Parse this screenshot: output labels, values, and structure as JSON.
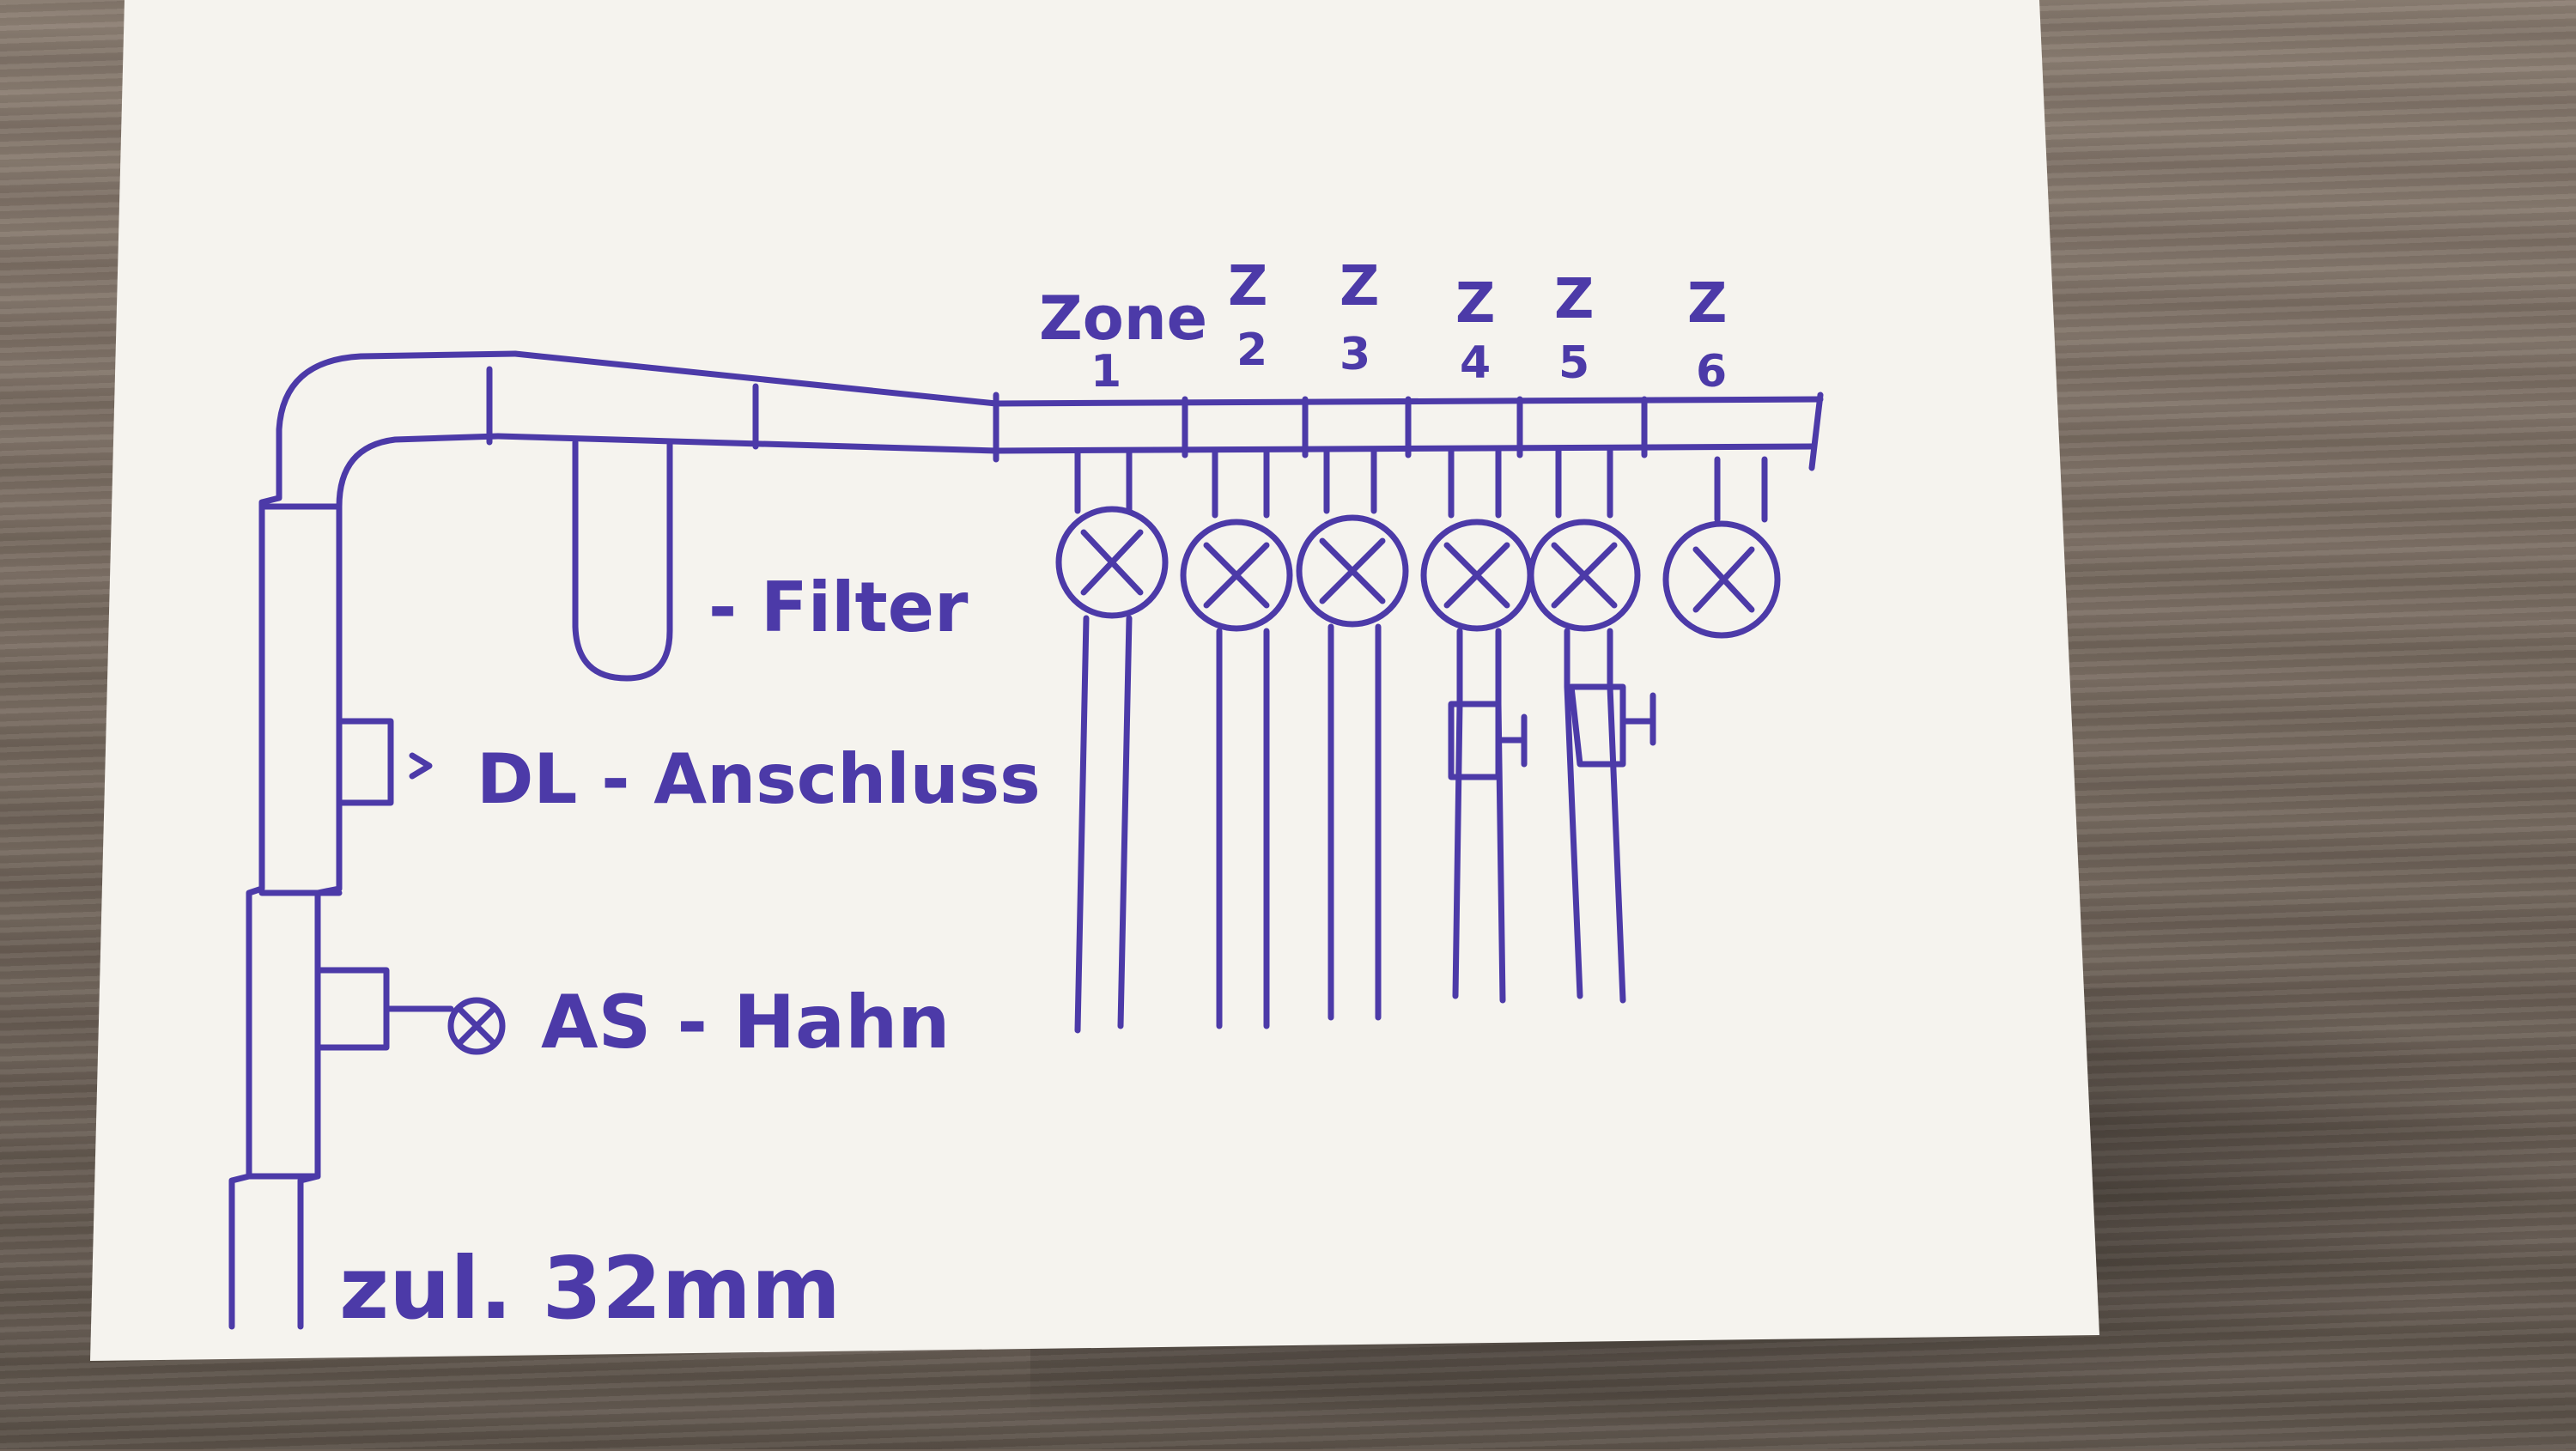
{
  "labels": {
    "zone_word": "Zone",
    "zone_numbers": [
      "1",
      "2",
      "3",
      "4",
      "5",
      "6"
    ],
    "zone_prefix": "Z",
    "filter": "- Filter",
    "dl_connection": "DL - Anschluss",
    "as_valve": "AS - Hahn",
    "supply": "zul. 32mm"
  },
  "colors": {
    "ink": "#4c3aa8",
    "paper": "#f5f3ee",
    "table": "#7a6d62"
  }
}
